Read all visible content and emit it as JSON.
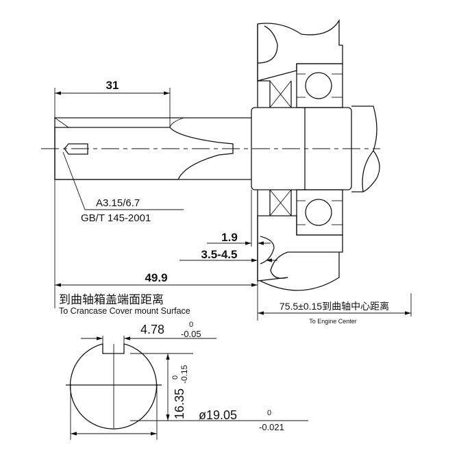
{
  "dimensions": {
    "key_length": "31",
    "center_hole_spec": "A3.15/6.7",
    "center_hole_standard": "GB/T 145-2001",
    "gap_small": "1.9",
    "gap_range": "3.5-4.5",
    "shaft_length": "49.9",
    "cover_surface_cn": "到曲轴箱盖端面距离",
    "cover_surface_en": "To Crancase Cover mount Surface",
    "engine_center_cn": "75.5±0.15到曲轴中心距离",
    "engine_center_en": "To Engine Center"
  },
  "section": {
    "key_width": "4.78",
    "key_width_upper": "0",
    "key_width_lower": "-0.05",
    "flat_height": "16.35",
    "flat_height_upper": "0",
    "flat_height_lower": "-0.15",
    "diameter": "ø19.05",
    "diameter_upper": "0",
    "diameter_lower": "-0.021"
  }
}
